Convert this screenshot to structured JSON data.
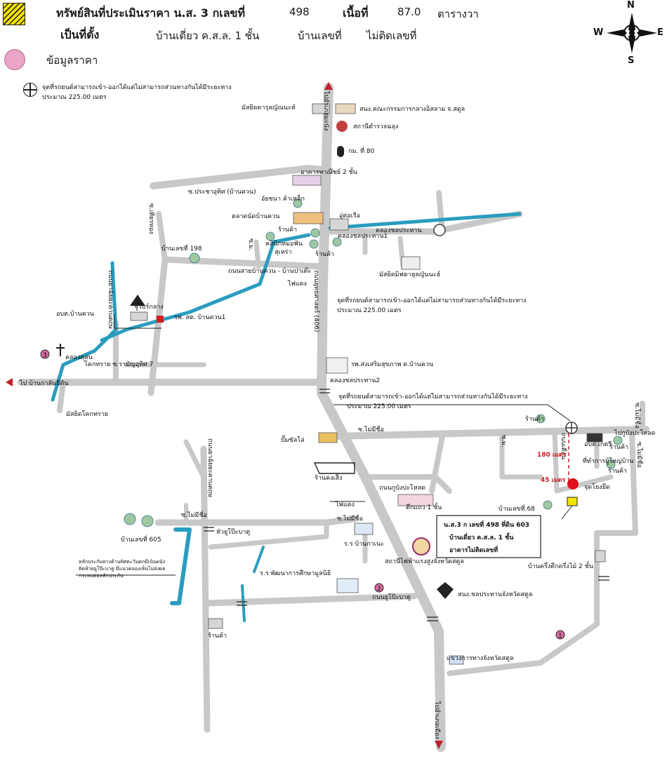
{
  "header": {
    "title_label": "ทรัพย์สินที่ประเมินราคา น.ส. 3 กเลขที่",
    "title_number": "498",
    "area_label": "เนื้อที่",
    "area_value": "87.0",
    "area_unit": "ตารางวา",
    "location_label": "เป็นที่ตั้ง",
    "location_value": "บ้านเดี่ยว ค.ส.ล. 1 ชั้น",
    "house_no_label": "บ้านเลขที่",
    "house_no_value": "ไม่ติดเลขที่"
  },
  "legend": {
    "price_data": "ข้อมูลราคา",
    "crossing_note_line1": "จุดที่รถยนต์สามารถเข้า-ออกได้แต่ไม่สามารถส่วนทางกันได้มีระยะทาง",
    "crossing_note_line2": "ประมาณ 225.00 เมตร",
    "hatch_color": "#f4e400",
    "price_dot_color": "#e9a6c6"
  },
  "compass": {
    "n": "N",
    "s": "S",
    "e": "E",
    "w": "W"
  },
  "colors": {
    "road": "#c8c8c8",
    "canal": "#2a9dbf",
    "red_marker": "#e0101a",
    "pink_marker": "#d56aa0"
  },
  "map": {
    "roads_labels": {
      "up_arrow_road": "ไปอำเภอมะนัง",
      "khuan_road_vertical": "ถนนยุทธศาสตร์ (406)",
      "khuan_road_vertical2": "ถนนยุทธศาสตร์ (406)",
      "down_road": "ไปอำเภอเมือง",
      "soi_prachauthit": "ซ.ประชาอุทิศ (บ้านควน)",
      "soi_thiaw": "ซ.เทียรทอง",
      "klong_chonprathan": "คลองชลประทาน",
      "klong_chonprathan1": "คลองชลประทาน1",
      "klong_chonprathan2": "คลองชลประทาน2",
      "klong_dusan": "คลองดุสน",
      "thanon_sai": "ถนนสายบ้านควน - บ้านปาเต๊ะ",
      "soi_raman": "โคกทราย ซ.รามัญอุทิศ 7",
      "to_ban_kalan": "ไป บ้านกาลันยีตัน",
      "soi_nonamne": "ซ.ไม่มีชื่อ",
      "soi_nonamne2": "ซ.ไม่มีชื่อ",
      "soi_nonamne3": "ซ.ไม่มีชื่อ",
      "soi_nonamne4": "ซ.ไม่มีชื่อ",
      "soi_nonamne5": "ซ.ไม่มีชื่อ",
      "to_phuyai": "ไปกูบังปะโหลด",
      "thanon_kubang": "ถนนกูบังปะโหลด",
      "thanon_yutoh": "ถนนยูโป๊ะบาตู",
      "hua_yutoh": "หัวยูโป๊ะบาตู",
      "soi_tosaan": "ถนนยาฉัยยะคานตฤษ",
      "thanon_road_sq": "ถนนเดือน",
      "soi_mo": "ซ.ม.",
      "soi_kubang_side": "ถนนกูบังปะโหลด"
    },
    "places": {
      "mosque_nurul": "มัสยิดดารุลญัณนะห์",
      "office_islam": "สนง.คณะกรรมการกลางอิสลาม จ.สตูล",
      "police": "สถานีตำรวจฉลุง",
      "km80": "กม. ที่ 80",
      "commercial": "อาคารพาณิชย์ 2 ชั้น",
      "steel_shop": "อัยชนา ค้าเหล็ก",
      "market": "ตลาดนัดบ้านควน",
      "boatyard": "อู่ต่อเรือ",
      "shop1": "ร้านค้า",
      "shop2": "ร้านค้า",
      "shop3": "ร้านค้า",
      "shop4": "ร้านค้า",
      "shop5": "ร้านค้า",
      "clinic": "คลินิกหมอฟัน",
      "surau": "สุเหร่า",
      "mosque_miftah": "มัสยิดมิฟตาฮุลญันนะฮ์",
      "traffic_light": "ไฟแดง",
      "traffic_light2": "ไฟแดง",
      "house198": "บ้านเลขที่ 198",
      "tambon_admin": "อบต.บ้านควน",
      "hospital": "รพ. สต. บ้านควน1",
      "kho_bao": "ฐูโบร์กลาง",
      "hospital_big": "รพ.ส่งเสริมสุขภาพ ต.บ้านควน",
      "mosque_khok": "มัสยิดโคกทราย",
      "crossing_note2_l1": "จุดที่รถยนต์สามารถเข้า-ออกได้แต่ไม่สามารถส่วนทางกันได้มีระยะทาง",
      "crossing_note2_l2": "ประมาณ 225.00 เมตร",
      "crossing_note3_l1": "จุดที่รถยนต์สามารถเข้า-ออกได้แต่ไม่สามารถส่วนทางกันได้มีระยะทาง",
      "crossing_note3_l2": "ประมาณ 225.00 เมตร",
      "petrol": "ปั๊มซัลโล่",
      "rancongseng": "ร้านคงเส็ง",
      "tambon_kechri": "อบต.เกตรี",
      "phuyai_office": "ที่ทำการผู้ใหญ่บ้าน",
      "junction": "จุดโยงยึด",
      "house68": "บ้านเลขที่.68",
      "wood_house": "ตึกแถว 1 ชั้น",
      "rr_kanmane": "ร.ร บ้านกาเนะ",
      "power_station": "สถานีไฟฟ้าแรงสูงจังหวัดสตูล",
      "school_phat": "ร.ร พัฒนาการศึกษามูลนิธิ",
      "irrigation_office": "สนง.ชลประทานจังหวัดสตูล",
      "highway_office": "แขวงการทางจังหวัดสตูล",
      "half_house": "บ้านครึ่งตึกครึ่งไม้ 2 ชั้น",
      "house605": "บ้านเลขที่ 605",
      "shop_bottom": "ร้านค้า",
      "dist180": "180 เมตร",
      "dist45": "45 เมตร",
      "marker1": "1",
      "marker2": "2",
      "marker3": "3",
      "canal_note_l1": "หลักประกันทางด้านทิศตะวันตกมีเนินผนัง",
      "canal_note_l2": "ติดห้วยยูโป๊ะบาตู มีแนวคลองเห็นไม่ส่งผล",
      "canal_note_l3": "กระทบต่อหลักประกัน"
    },
    "callout": {
      "line1": "น.ส.3 ก เลขที่ 498 ที่ดิน 603",
      "line2": "บ้านเดี่ยว ค.ส.ล. 1 ชั้น",
      "line3": "อาคารไม่ติดเลขที่"
    }
  }
}
